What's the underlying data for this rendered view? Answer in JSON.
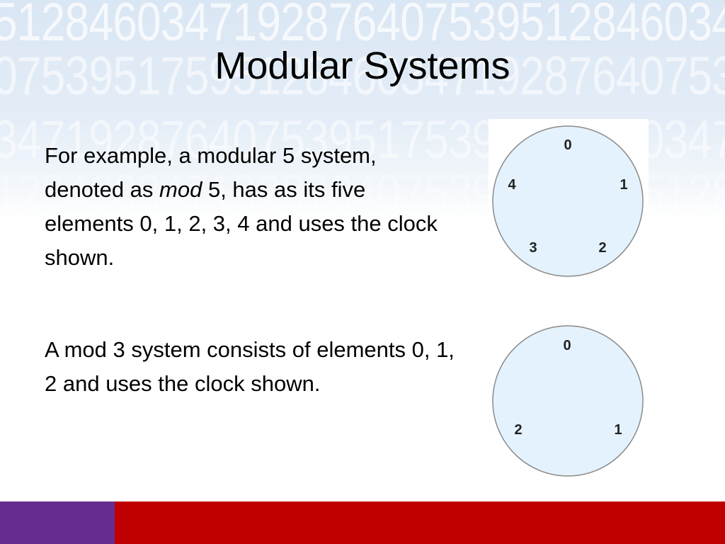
{
  "slide": {
    "title": "Modular Systems",
    "paragraph1": {
      "before_em": "For example, a modular 5 system, denoted as ",
      "em": "mod",
      "after_em": " 5, has as its five elements 0, 1, 2, 3, 4 and uses the clock shown."
    },
    "paragraph2": "A mod 3 system consists of elements 0, 1, 2 and uses the clock shown.",
    "clock5_labels": [
      "0",
      "1",
      "2",
      "3",
      "4"
    ],
    "clock3_labels": [
      "0",
      "1",
      "2"
    ]
  },
  "background": {
    "digits_rows": [
      "5128460347192876407539512846034",
      "0753951759512846034719287640753",
      "3471928764075395175395128460347",
      "1284603471928764075395175395128"
    ]
  },
  "colors": {
    "footer_purple": "#662d91",
    "footer_red": "#c00000",
    "clock_fill": "#e3f2fc"
  }
}
